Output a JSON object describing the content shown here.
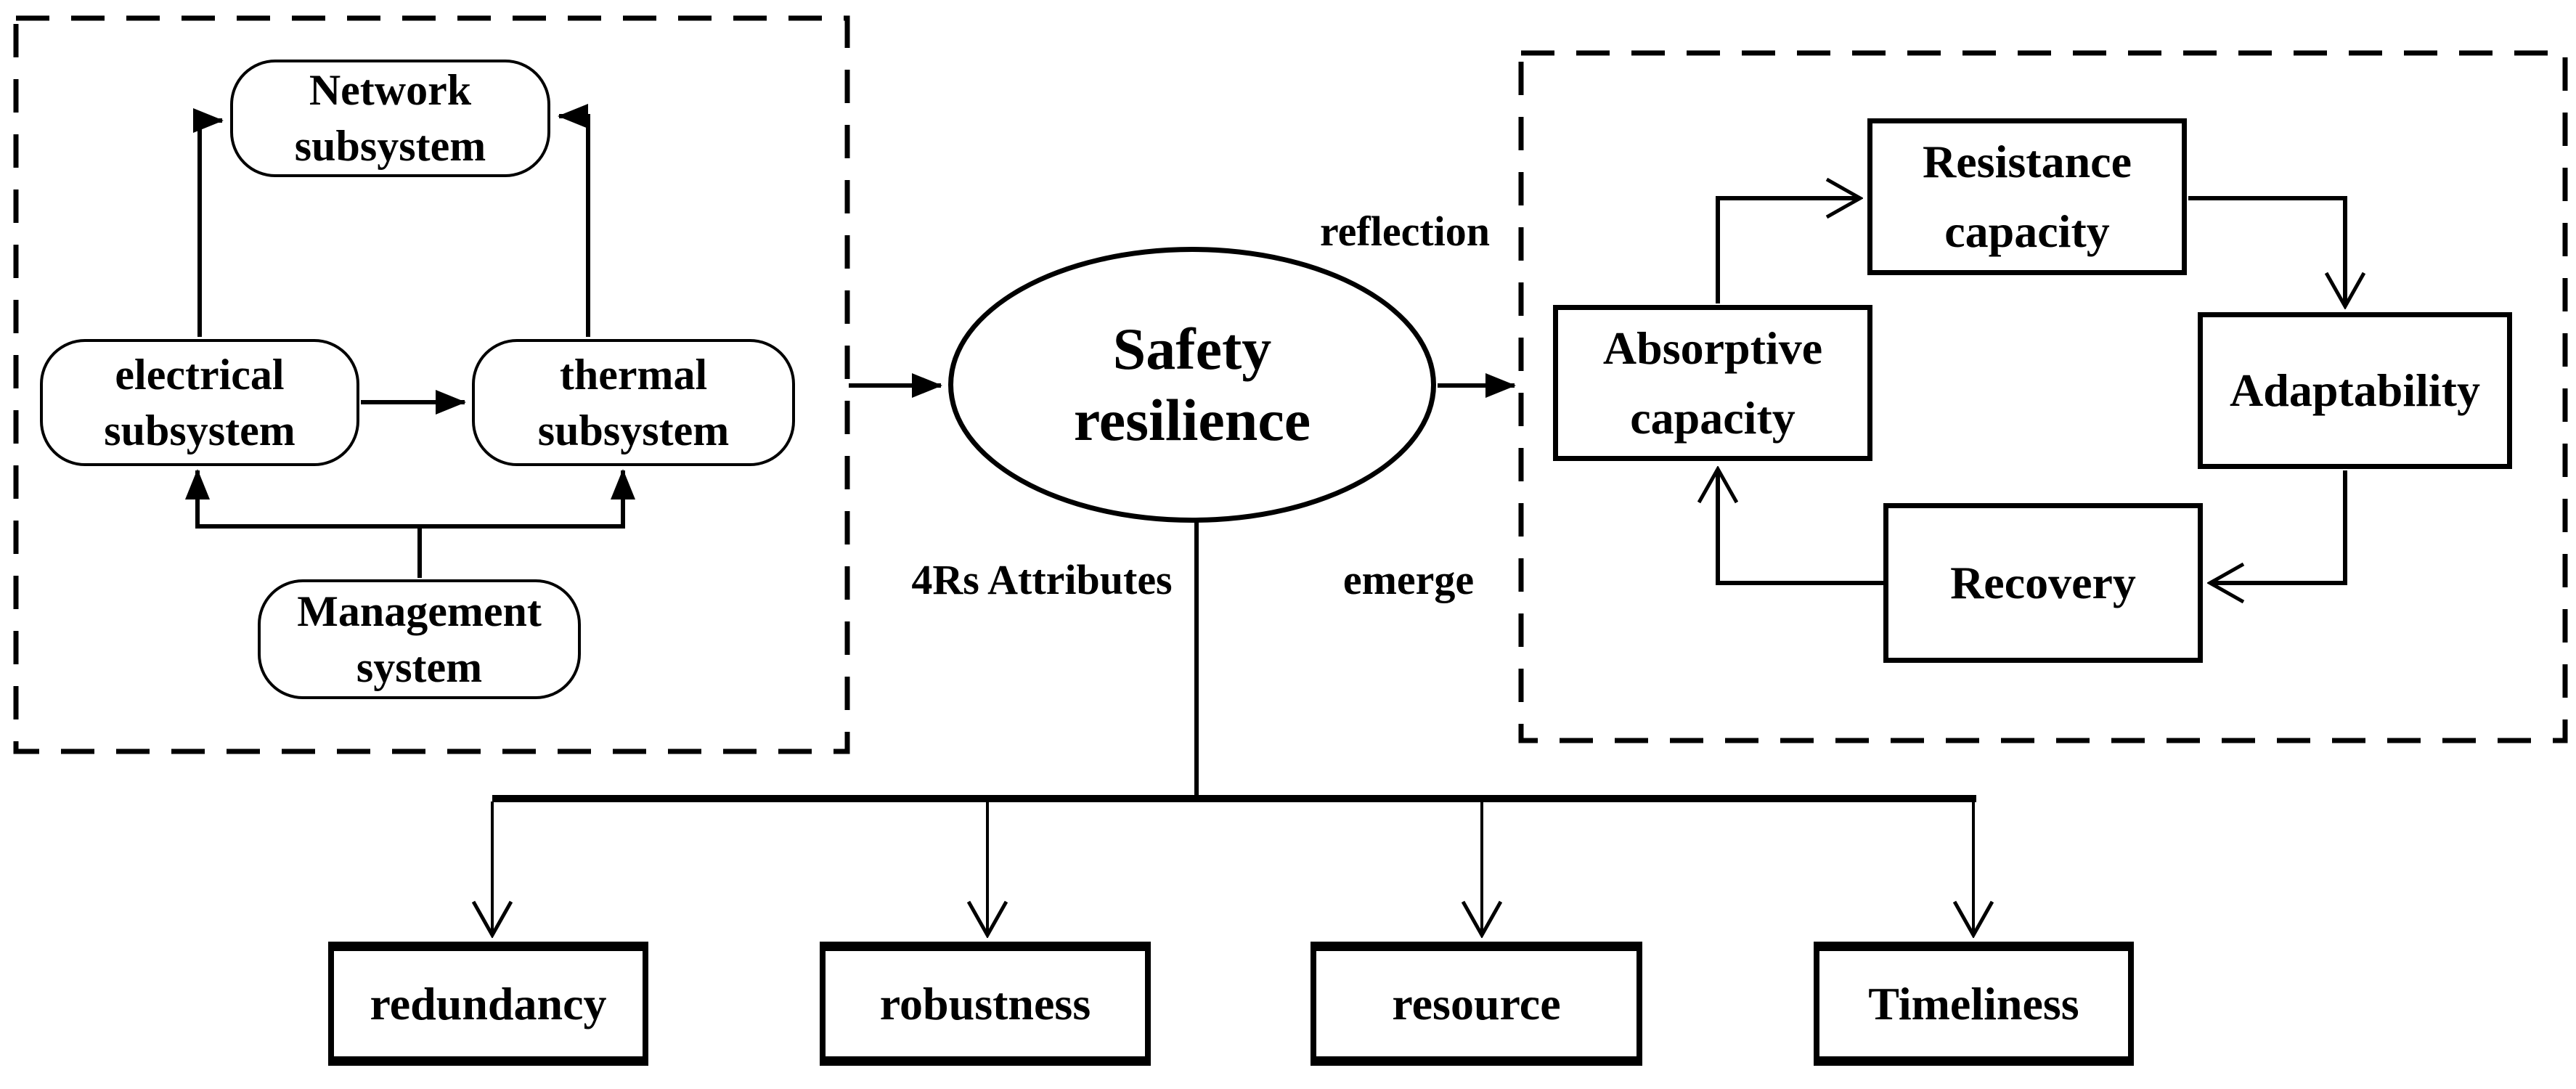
{
  "title": "Safety resilience diagram",
  "colors": {
    "ink": "#000000",
    "background": "#ffffff"
  },
  "left_panel": {
    "network": {
      "label": "Network\nsubsystem"
    },
    "electrical": {
      "label": "electrical\nsubsystem"
    },
    "thermal": {
      "label": "thermal\nsubsystem"
    },
    "management": {
      "label": "Management\nsystem"
    }
  },
  "center": {
    "ellipse": {
      "label": "Safety\nresilience"
    },
    "reflection_label": "reflection",
    "attributes_label": "4Rs Attributes",
    "emerge_label": "emerge"
  },
  "right_panel": {
    "resistance": {
      "label": "Resistance\ncapacity"
    },
    "adaptability": {
      "label": "Adaptability"
    },
    "recovery": {
      "label": "Recovery"
    },
    "absorptive": {
      "label": "Absorptive\ncapacity"
    }
  },
  "bottom": {
    "items": [
      {
        "label": "redundancy"
      },
      {
        "label": "robustness"
      },
      {
        "label": "resource"
      },
      {
        "label": "Timeliness"
      }
    ]
  }
}
